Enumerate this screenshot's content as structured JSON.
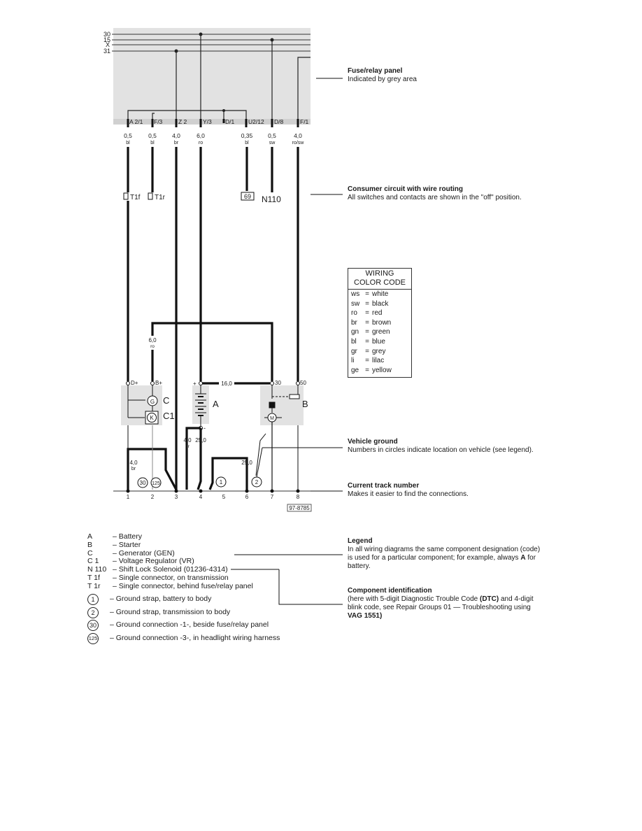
{
  "bus_labels": [
    "30",
    "15",
    "X",
    "31"
  ],
  "fuse_terminals": [
    "A 2/1",
    "F/3",
    "Z 2",
    "Y/3",
    "D/1",
    "U2/12",
    "D/8",
    "F/1"
  ],
  "wires": [
    {
      "size": "0,5",
      "color": "bl"
    },
    {
      "size": "0,5",
      "color": "bl"
    },
    {
      "size": "4,0",
      "color": "br"
    },
    {
      "size": "6,0",
      "color": "ro"
    },
    {
      "size": "0,35",
      "color": "bl"
    },
    {
      "size": "0,5",
      "color": "sw"
    },
    {
      "size": "4,0",
      "color": "ro/sw"
    }
  ],
  "connectors": {
    "t1f": "T1f",
    "t1r": "T1r",
    "box69": "69",
    "n110": "N110"
  },
  "mid_wire": {
    "size": "6,0",
    "color": "ro"
  },
  "terminals": {
    "d_plus": "D+",
    "b_plus": "B+",
    "plus": "+",
    "minus": "-",
    "t30": "30",
    "t50": "50",
    "bat_wire": "16,0"
  },
  "components": {
    "c": "C",
    "c1": "C1",
    "a": "A",
    "b": "B",
    "gen_g": "G",
    "reg_k": "K",
    "motor_m": "M"
  },
  "ground_wires": {
    "a": "4,0",
    "a_color": "br",
    "b": "25,0",
    "c": "4,0",
    "c_color": "br",
    "d": "25,0"
  },
  "ground_circles": [
    "30",
    "125",
    "1",
    "2"
  ],
  "track_numbers": [
    "1",
    "2",
    "3",
    "4",
    "5",
    "6",
    "7",
    "8"
  ],
  "ref_code": "97-8785",
  "annotations": {
    "fuse_title": "Fuse/relay panel",
    "fuse_text": "Indicated by grey area",
    "consumer_title": "Consumer circuit with wire routing",
    "consumer_text": "All switches and contacts are shown in the \"off\" position.",
    "ground_title": "Vehicle ground",
    "ground_text": "Numbers in circles indicate location on vehicle (see legend).",
    "track_title": "Current track number",
    "track_text": "Makes it easier to find the connections.",
    "legend_title": "Legend",
    "legend_text_1": "In all wiring diagrams the same component designation (code)",
    "legend_text_2": "is used for a particular component; for example, always",
    "legend_bold": "A",
    "legend_text_3": "for",
    "legend_text_4": "battery.",
    "comp_title": "Component identification",
    "comp_text_1": "(here with 5-digit Diagnostic Trouble Code",
    "comp_dtc": "(DTC)",
    "comp_text_2": "and 4-digit",
    "comp_text_3": "blink code, see Repair Groups 01 — Troubleshooting using",
    "comp_vag": "VAG 1551)"
  },
  "wiring_color_code": {
    "title_1": "WIRING",
    "title_2": "COLOR CODE",
    "rows": [
      {
        "code": "ws",
        "eq": "=",
        "name": "white"
      },
      {
        "code": "sw",
        "eq": "=",
        "name": "black"
      },
      {
        "code": "ro",
        "eq": "=",
        "name": "red"
      },
      {
        "code": "br",
        "eq": "=",
        "name": "brown"
      },
      {
        "code": "gn",
        "eq": "=",
        "name": "green"
      },
      {
        "code": "bl",
        "eq": "=",
        "name": "blue"
      },
      {
        "code": "gr",
        "eq": "=",
        "name": "grey"
      },
      {
        "code": "li",
        "eq": "=",
        "name": "lilac"
      },
      {
        "code": "ge",
        "eq": "=",
        "name": "yellow"
      }
    ]
  },
  "legend_items": [
    {
      "code": "A",
      "text": "– Battery"
    },
    {
      "code": "B",
      "text": "– Starter"
    },
    {
      "code": "C",
      "text": "– Generator (GEN)"
    },
    {
      "code": "C 1",
      "text": "– Voltage Regulator (VR)"
    },
    {
      "code": "N 110",
      "text": "– Shift Lock Solenoid (01236-4314)"
    },
    {
      "code": "T 1f",
      "text": "– Single connector, on transmission"
    },
    {
      "code": "T 1r",
      "text": "– Single connector, behind fuse/relay panel"
    }
  ],
  "ground_legend": [
    {
      "num": "1",
      "text": "– Ground strap, battery to body"
    },
    {
      "num": "2",
      "text": "– Ground strap, transmission to body"
    },
    {
      "num": "30",
      "text": "– Ground connection -1-, beside fuse/relay panel"
    },
    {
      "num": "125",
      "text": "– Ground connection -3-, in headlight wiring harness"
    }
  ]
}
